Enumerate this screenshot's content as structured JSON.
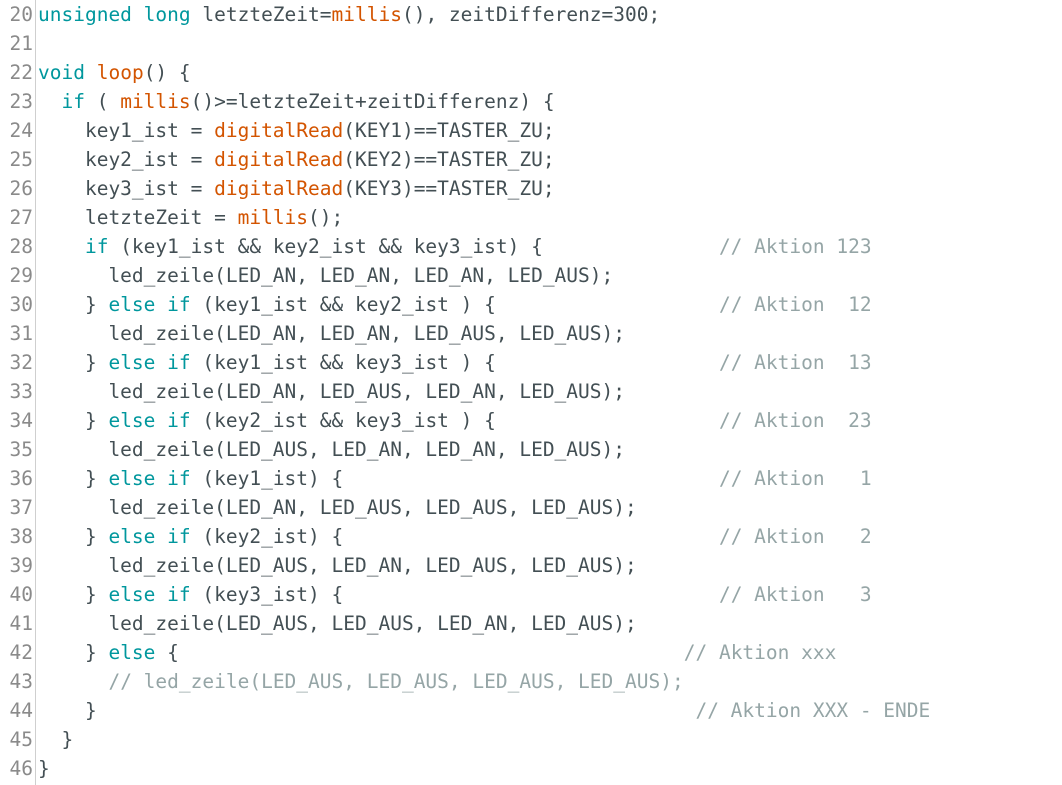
{
  "colors": {
    "keyword": "#00979d",
    "function": "#d35400",
    "comment": "#95a5a6",
    "text": "#434f54",
    "line_number": "#8a8a8a"
  },
  "lines": [
    {
      "n": "20",
      "tokens": [
        {
          "t": "unsigned long",
          "c": "kw"
        },
        {
          "t": " letzteZeit=",
          "c": "tx"
        },
        {
          "t": "millis",
          "c": "fn"
        },
        {
          "t": "(), zeitDifferenz=300;",
          "c": "tx"
        }
      ]
    },
    {
      "n": "21",
      "tokens": []
    },
    {
      "n": "22",
      "tokens": [
        {
          "t": "void",
          "c": "kw"
        },
        {
          "t": " ",
          "c": "tx"
        },
        {
          "t": "loop",
          "c": "fn"
        },
        {
          "t": "() {",
          "c": "tx"
        }
      ]
    },
    {
      "n": "23",
      "tokens": [
        {
          "t": "  ",
          "c": "tx"
        },
        {
          "t": "if",
          "c": "kw"
        },
        {
          "t": " ( ",
          "c": "tx"
        },
        {
          "t": "millis",
          "c": "fn"
        },
        {
          "t": "()>=letzteZeit+zeitDifferenz) {",
          "c": "tx"
        }
      ]
    },
    {
      "n": "24",
      "tokens": [
        {
          "t": "    key1_ist = ",
          "c": "tx"
        },
        {
          "t": "digitalRead",
          "c": "fn"
        },
        {
          "t": "(KEY1)==TASTER_ZU;",
          "c": "tx"
        }
      ]
    },
    {
      "n": "25",
      "tokens": [
        {
          "t": "    key2_ist = ",
          "c": "tx"
        },
        {
          "t": "digitalRead",
          "c": "fn"
        },
        {
          "t": "(KEY2)==TASTER_ZU;",
          "c": "tx"
        }
      ]
    },
    {
      "n": "26",
      "tokens": [
        {
          "t": "    key3_ist = ",
          "c": "tx"
        },
        {
          "t": "digitalRead",
          "c": "fn"
        },
        {
          "t": "(KEY3)==TASTER_ZU;",
          "c": "tx"
        }
      ]
    },
    {
      "n": "27",
      "tokens": [
        {
          "t": "    letzteZeit = ",
          "c": "tx"
        },
        {
          "t": "millis",
          "c": "fn"
        },
        {
          "t": "();",
          "c": "tx"
        }
      ]
    },
    {
      "n": "28",
      "tokens": [
        {
          "t": "    ",
          "c": "tx"
        },
        {
          "t": "if",
          "c": "kw"
        },
        {
          "t": " (key1_ist && key2_ist && key3_ist) {               ",
          "c": "tx"
        },
        {
          "t": "// Aktion 123",
          "c": "cm"
        }
      ]
    },
    {
      "n": "29",
      "tokens": [
        {
          "t": "      led_zeile(LED_AN, LED_AN, LED_AN, LED_AUS);",
          "c": "tx"
        }
      ]
    },
    {
      "n": "30",
      "tokens": [
        {
          "t": "    } ",
          "c": "tx"
        },
        {
          "t": "else if",
          "c": "kw"
        },
        {
          "t": " (key1_ist && key2_ist ) {                   ",
          "c": "tx"
        },
        {
          "t": "// Aktion  12",
          "c": "cm"
        }
      ]
    },
    {
      "n": "31",
      "tokens": [
        {
          "t": "      led_zeile(LED_AN, LED_AN, LED_AUS, LED_AUS);",
          "c": "tx"
        }
      ]
    },
    {
      "n": "32",
      "tokens": [
        {
          "t": "    } ",
          "c": "tx"
        },
        {
          "t": "else if",
          "c": "kw"
        },
        {
          "t": " (key1_ist && key3_ist ) {                   ",
          "c": "tx"
        },
        {
          "t": "// Aktion  13",
          "c": "cm"
        }
      ]
    },
    {
      "n": "33",
      "tokens": [
        {
          "t": "      led_zeile(LED_AN, LED_AUS, LED_AN, LED_AUS);",
          "c": "tx"
        }
      ]
    },
    {
      "n": "34",
      "tokens": [
        {
          "t": "    } ",
          "c": "tx"
        },
        {
          "t": "else if",
          "c": "kw"
        },
        {
          "t": " (key2_ist && key3_ist ) {                   ",
          "c": "tx"
        },
        {
          "t": "// Aktion  23",
          "c": "cm"
        }
      ]
    },
    {
      "n": "35",
      "tokens": [
        {
          "t": "      led_zeile(LED_AUS, LED_AN, LED_AN, LED_AUS);",
          "c": "tx"
        }
      ]
    },
    {
      "n": "36",
      "tokens": [
        {
          "t": "    } ",
          "c": "tx"
        },
        {
          "t": "else if",
          "c": "kw"
        },
        {
          "t": " (key1_ist) {                                ",
          "c": "tx"
        },
        {
          "t": "// Aktion   1",
          "c": "cm"
        }
      ]
    },
    {
      "n": "37",
      "tokens": [
        {
          "t": "      led_zeile(LED_AN, LED_AUS, LED_AUS, LED_AUS);",
          "c": "tx"
        }
      ]
    },
    {
      "n": "38",
      "tokens": [
        {
          "t": "    } ",
          "c": "tx"
        },
        {
          "t": "else if",
          "c": "kw"
        },
        {
          "t": " (key2_ist) {                                ",
          "c": "tx"
        },
        {
          "t": "// Aktion   2",
          "c": "cm"
        }
      ]
    },
    {
      "n": "39",
      "tokens": [
        {
          "t": "      led_zeile(LED_AUS, LED_AN, LED_AUS, LED_AUS);",
          "c": "tx"
        }
      ]
    },
    {
      "n": "40",
      "tokens": [
        {
          "t": "    } ",
          "c": "tx"
        },
        {
          "t": "else if",
          "c": "kw"
        },
        {
          "t": " (key3_ist) {                                ",
          "c": "tx"
        },
        {
          "t": "// Aktion   3",
          "c": "cm"
        }
      ]
    },
    {
      "n": "41",
      "tokens": [
        {
          "t": "      led_zeile(LED_AUS, LED_AUS, LED_AN, LED_AUS);",
          "c": "tx"
        }
      ]
    },
    {
      "n": "42",
      "tokens": [
        {
          "t": "    } ",
          "c": "tx"
        },
        {
          "t": "else",
          "c": "kw"
        },
        {
          "t": " {                                           ",
          "c": "tx"
        },
        {
          "t": "// Aktion xxx",
          "c": "cm"
        }
      ]
    },
    {
      "n": "43",
      "tokens": [
        {
          "t": "      ",
          "c": "tx"
        },
        {
          "t": "// led_zeile(LED_AUS, LED_AUS, LED_AUS, LED_AUS);",
          "c": "cm"
        }
      ]
    },
    {
      "n": "44",
      "tokens": [
        {
          "t": "    }                                                   ",
          "c": "tx"
        },
        {
          "t": "// Aktion XXX - ENDE",
          "c": "cm"
        }
      ]
    },
    {
      "n": "45",
      "tokens": [
        {
          "t": "  }",
          "c": "tx"
        }
      ]
    },
    {
      "n": "46",
      "tokens": [
        {
          "t": "}",
          "c": "tx"
        }
      ]
    }
  ]
}
